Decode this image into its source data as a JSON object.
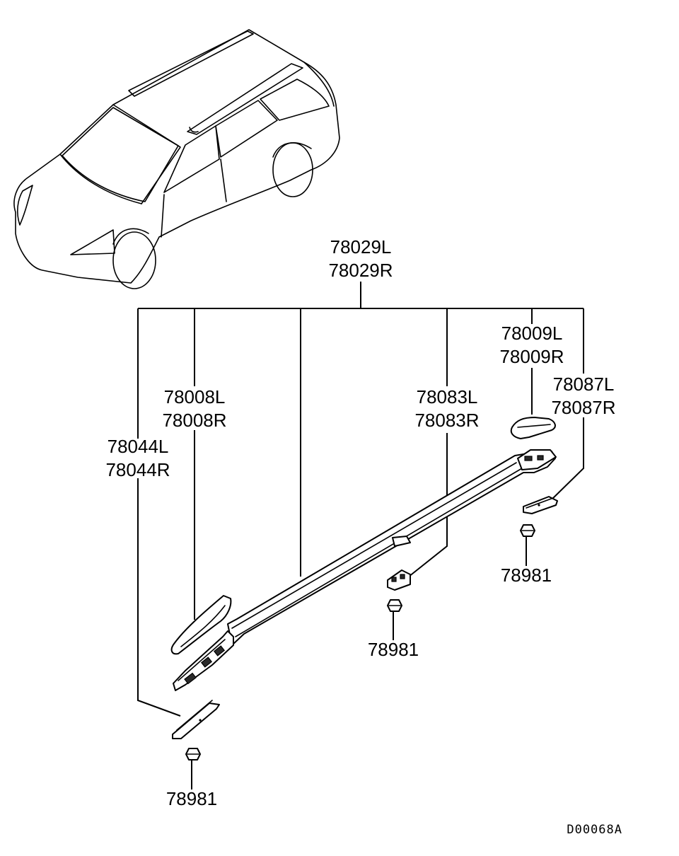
{
  "labels": {
    "roof_rail": [
      "78029L",
      "78029R"
    ],
    "rail_end_front": [
      "78008L",
      "78008R"
    ],
    "front_cover": [
      "78044L",
      "78044R"
    ],
    "middle_bracket": [
      "78083L",
      "78083R"
    ],
    "rail_end_rear": [
      "78009L",
      "78009R"
    ],
    "rear_cover": [
      "78087L",
      "78087R"
    ],
    "clip": "78981"
  },
  "diagram_code": "D00068A"
}
